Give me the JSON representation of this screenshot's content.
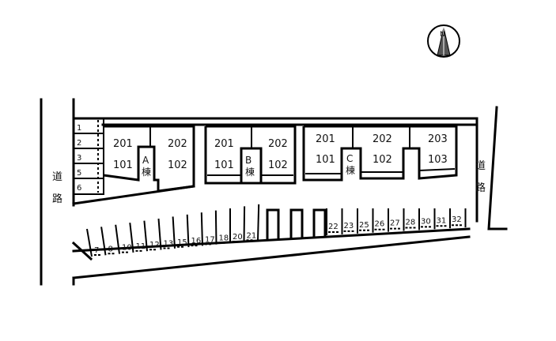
{
  "roads": {
    "left": "道路",
    "right": "道路"
  },
  "north_marker": "N",
  "buildings": [
    {
      "id": "A",
      "label": "A棟",
      "units": [
        "201",
        "202",
        "101",
        "102"
      ]
    },
    {
      "id": "B",
      "label": "B棟",
      "units": [
        "201",
        "202",
        "101",
        "102"
      ]
    },
    {
      "id": "C",
      "label": "C棟",
      "units": [
        "201",
        "202",
        "203",
        "101",
        "102",
        "103"
      ]
    }
  ],
  "parking": {
    "left_stack": [
      "1",
      "2",
      "3",
      "5",
      "6"
    ],
    "bottom_row_left": [
      "7",
      "8",
      "10",
      "11",
      "12",
      "13",
      "15",
      "16",
      "17",
      "18",
      "20",
      "21"
    ],
    "bottom_row_right": [
      "22",
      "23",
      "25",
      "26",
      "27",
      "28",
      "30",
      "31",
      "32"
    ]
  }
}
